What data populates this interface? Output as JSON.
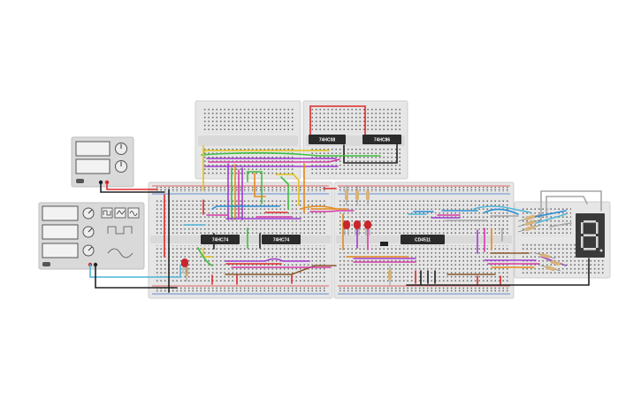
{
  "colors": {
    "canvas": "#ffffff",
    "breadboard": "#e6e6e6",
    "breadboard_edge": "#cfcfcf",
    "hole": "#6f6f6f",
    "rail_red": "#d83a3a",
    "rail_blue": "#3b6fc9",
    "chip": "#2b2b2b",
    "wire_red": "#e02a2a",
    "wire_black": "#222222",
    "wire_green": "#3fbf3f",
    "wire_yellow": "#e3c21a",
    "wire_purple": "#a23bd1",
    "wire_magenta": "#d63ba6",
    "wire_blue": "#2c8fd6",
    "wire_cyan": "#4fb7d9",
    "wire_orange": "#e58a1f",
    "wire_brown": "#8b5a2b",
    "wire_gray": "#a7a7a7",
    "led_red": "#c9262c",
    "seven_segment": "#3a3a3a",
    "segment_off": "#d8d8d8",
    "instrument_panel": "#d9d9d9",
    "display_screen": "#f2f2f2"
  },
  "chips": [
    {
      "name": "chip-74hc08",
      "label": "74HC08"
    },
    {
      "name": "chip-74hc86",
      "label": "74HC86"
    },
    {
      "name": "chip-74hc74-a",
      "label": "74HC74"
    },
    {
      "name": "chip-74hc74-b",
      "label": "74HC74"
    },
    {
      "name": "chip-cd4511",
      "label": "CD4511"
    }
  ],
  "seven_segment_display": {
    "digit": "8",
    "decimal_point": true
  },
  "instruments": {
    "power_supply": {
      "readouts": [
        "",
        ""
      ]
    },
    "function_generator": {
      "readouts": [
        "",
        "",
        ""
      ],
      "waveforms": [
        "square-wave-icon",
        "triangle-wave-icon",
        "sine-wave-icon"
      ]
    }
  }
}
